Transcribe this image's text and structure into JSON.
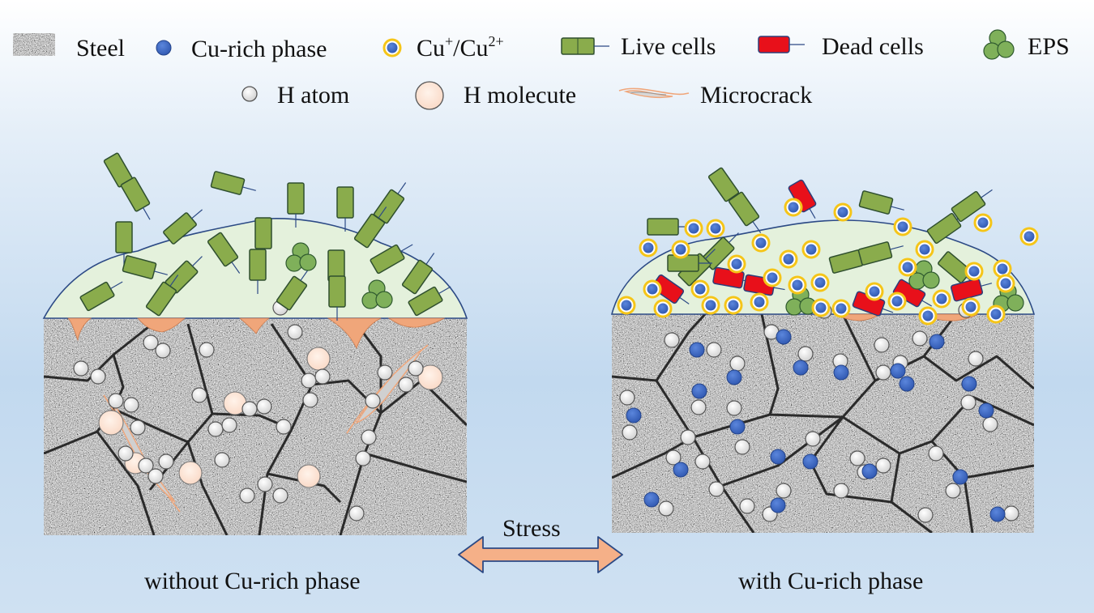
{
  "legend": {
    "steel": "Steel",
    "cu_rich_phase": "Cu-rich phase",
    "cu_ion_prefix": "Cu",
    "cu_ion_plus": "+",
    "cu_ion_sep": "/Cu",
    "cu_ion_2plus": "2+",
    "live_cells": "Live cells",
    "dead_cells": "Dead cells",
    "eps": "EPS",
    "h_atom": "H atom",
    "h_molecule": "H molecute",
    "microcrack": "Microcrack"
  },
  "panels": {
    "left_caption": "without Cu-rich phase",
    "right_caption": "with Cu-rich phase"
  },
  "stress_label": "Stress",
  "colors": {
    "background_top": "#ffffff",
    "background_bottom": "#c2d9ef",
    "steel": "#9a9a9a",
    "grain_boundary": "#2b2b2b",
    "biofilm": "#e4f1dc",
    "biofilm_edge": "#2c4a85",
    "live_cell": "#8aac4c",
    "live_cell_edge": "#2f4f2f",
    "dead_cell": "#e8101a",
    "cu_phase": "#3d69c4",
    "cu_ion_ring": "#f5c518",
    "h_atom": "#e8e8e8",
    "h_molecule": "#fbe0d0",
    "corrosion": "#f0a67a",
    "stress_arrow": "#f5b088"
  }
}
